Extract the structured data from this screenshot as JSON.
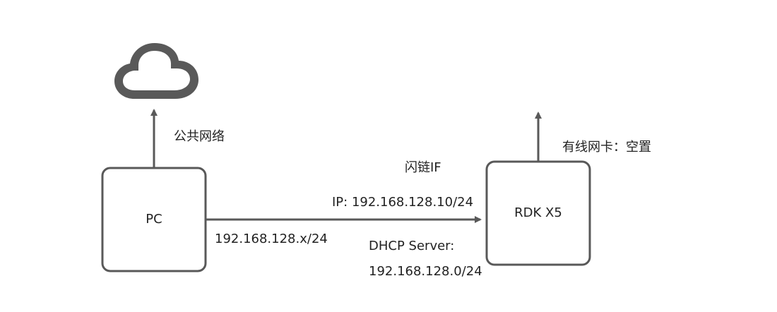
{
  "colors": {
    "stroke": "#595959",
    "text": "#222222",
    "background": "#ffffff"
  },
  "nodes": {
    "pc": {
      "label": "PC"
    },
    "rdk": {
      "label": "RDK X5"
    },
    "cloud": {
      "icon": "cloud-icon"
    }
  },
  "labels": {
    "public_network": "公共网络",
    "wired_nic": "有线网卡：空置",
    "flash_if": "闪链IF",
    "rdk_ip": "IP: 192.168.128.10/24",
    "pc_subnet": "192.168.128.x/24",
    "dhcp_server": "DHCP Server:",
    "dhcp_range": "192.168.128.0/24"
  }
}
